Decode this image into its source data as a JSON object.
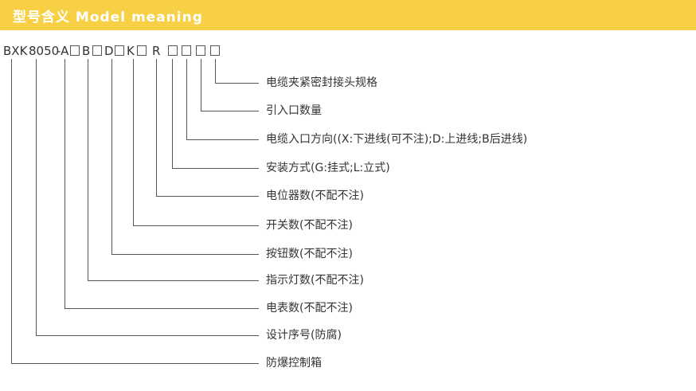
{
  "header": {
    "title": "型号含义  Model meaning",
    "banner_color": "#f8d045"
  },
  "model_code": {
    "segments": [
      "BXK",
      "8050",
      "-A",
      "B",
      "D",
      "K",
      "R"
    ]
  },
  "descriptions": [
    "电缆夹紧密封接头规格",
    "引入口数量",
    "电缆入口方向((X:下进线(可不注);D:上进线;B后进线)",
    "安装方式(G:挂式;L:立式)",
    "电位器数(不配不注)",
    "开关数(不配不注)",
    "按钮数(不配不注)",
    "指示灯数(不配不注)",
    "电表数(不配不注)",
    "设计序号(防腐)",
    "防爆控制箱"
  ]
}
